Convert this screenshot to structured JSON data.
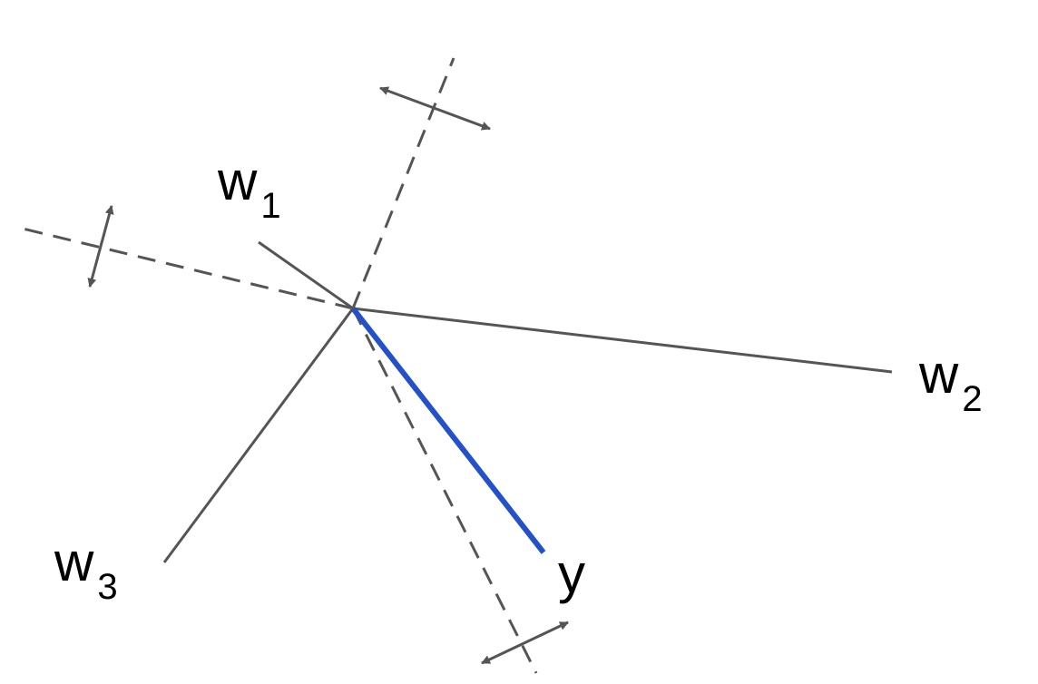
{
  "colors": {
    "axis": "#555555",
    "highlight": "#2452c6",
    "background": "#ffffff",
    "text": "#000000"
  },
  "labels": {
    "w1": {
      "base": "w",
      "sub": "1"
    },
    "w2": {
      "base": "w",
      "sub": "2"
    },
    "w3": {
      "base": "w",
      "sub": "3"
    },
    "y": {
      "base": "y",
      "sub": ""
    }
  }
}
